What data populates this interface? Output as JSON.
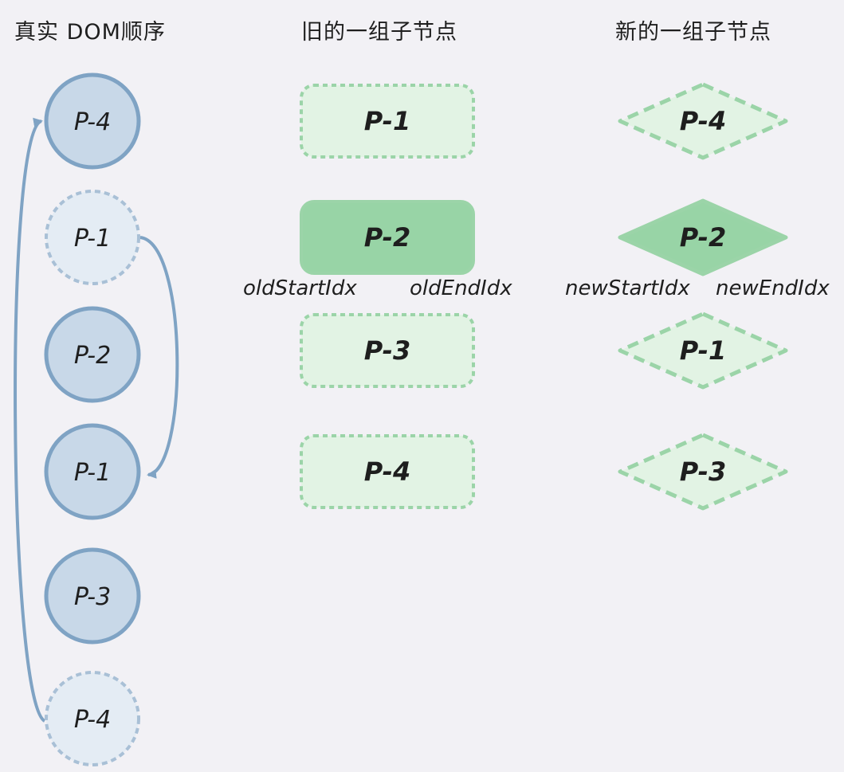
{
  "headings": {
    "dom_order": "真实 DOM顺序",
    "old_children": "旧的一组子节点",
    "new_children": "新的一组子节点"
  },
  "dom_nodes": [
    {
      "label": "P-4",
      "style": "solid"
    },
    {
      "label": "P-1",
      "style": "dashed"
    },
    {
      "label": "P-2",
      "style": "solid"
    },
    {
      "label": "P-1",
      "style": "solid"
    },
    {
      "label": "P-3",
      "style": "solid"
    },
    {
      "label": "P-4",
      "style": "dashed"
    }
  ],
  "old_nodes": [
    {
      "label": "P-1",
      "style": "dashed"
    },
    {
      "label": "P-2",
      "style": "filled"
    },
    {
      "label": "P-3",
      "style": "dashed"
    },
    {
      "label": "P-4",
      "style": "dashed"
    }
  ],
  "new_nodes": [
    {
      "label": "P-4",
      "style": "dashed"
    },
    {
      "label": "P-2",
      "style": "filled"
    },
    {
      "label": "P-1",
      "style": "dashed"
    },
    {
      "label": "P-3",
      "style": "dashed"
    }
  ],
  "pointers": {
    "old_start": "oldStartIdx",
    "old_end": "oldEndIdx",
    "new_start": "newStartIdx",
    "new_end": "newEndIdx"
  },
  "colors": {
    "background": "#f2f1f5",
    "dom_stroke": "#7fa3c4",
    "dom_fill": "#c8d8e8",
    "dom_fill_light": "#e4ecf4",
    "green_stroke": "#9bd4a8",
    "green_fill_light": "#e2f3e4",
    "green_fill": "#98d4a6",
    "text": "#1e1e1e"
  }
}
